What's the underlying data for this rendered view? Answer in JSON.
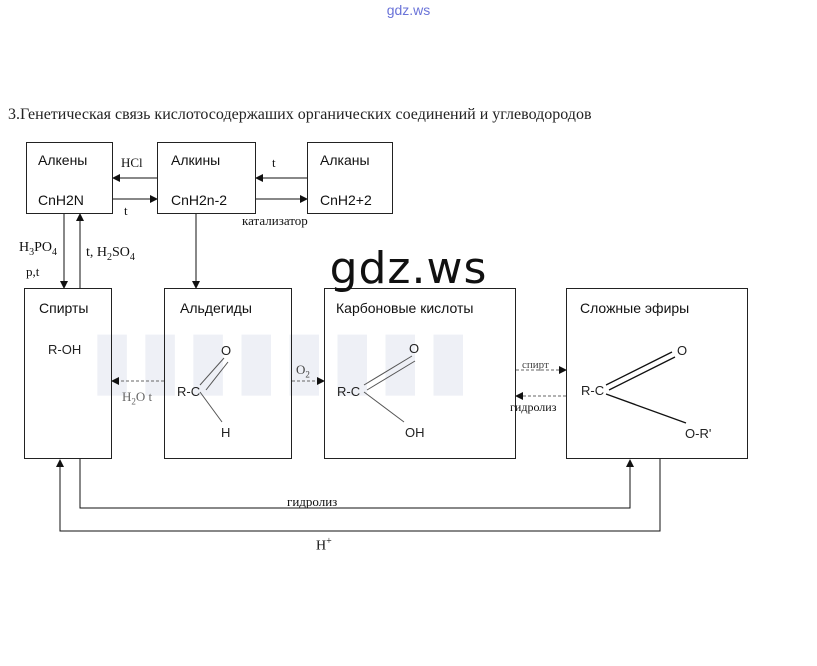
{
  "watermark": {
    "top": "gdz.ws",
    "center": "gdz.ws"
  },
  "heading": "3.Генетическая связь кислотосодержаших органических соединений и углеводородов",
  "boxes": {
    "alkenes": {
      "name": "Алкены",
      "formula": "CnH2N"
    },
    "alkynes": {
      "name": "Алкины",
      "formula": "CnH2n-2"
    },
    "alkanes": {
      "name": "Алканы",
      "formula": "CnH2+2"
    },
    "alcohols": {
      "name": "Спирты",
      "formula": "R-OH"
    },
    "aldehydes": {
      "name": "Альдегиды",
      "group": "R-C",
      "o": "O",
      "h": "H"
    },
    "acids": {
      "name": "Карбоновые кислоты",
      "group": "R-C",
      "o": "O",
      "oh": "OH"
    },
    "esters": {
      "name": "Сложные эфиры",
      "group": "R-C",
      "o": "O",
      "or": "O-R'"
    }
  },
  "labels": {
    "hcl": "HCl",
    "t_top": "t",
    "t_left": "t",
    "catalyst": "катализатор",
    "h3po4_left": "H",
    "h3po4_sub3": "3",
    "h3po4_mid": "PO",
    "h3po4_sub4": "4",
    "pt": "p,t",
    "t_h2so4": "t, H",
    "h2so4_sub2": "2",
    "h2so4_mid": "SO",
    "h2so4_sub4": "4",
    "h2o": "H",
    "h2o_sub": "2",
    "h2o_end": "O t",
    "o2": "O",
    "o2_sub": "2",
    "spirt": "спирт",
    "hydrolysis_right": "гидролиз",
    "hydrolysis_bottom": "гидролиз",
    "h_plus": "H",
    "h_plus_sup": "+"
  }
}
